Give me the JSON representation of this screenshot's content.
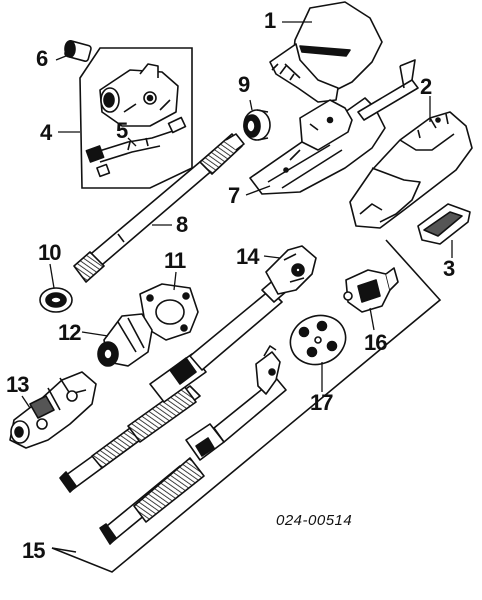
{
  "diagram": {
    "parts": [
      {
        "id": "p1",
        "number": "1"
      },
      {
        "id": "p2",
        "number": "2"
      },
      {
        "id": "p3",
        "number": "3"
      },
      {
        "id": "p4",
        "number": "4"
      },
      {
        "id": "p5",
        "number": "5"
      },
      {
        "id": "p6",
        "number": "6"
      },
      {
        "id": "p7",
        "number": "7"
      },
      {
        "id": "p8",
        "number": "8"
      },
      {
        "id": "p9",
        "number": "9"
      },
      {
        "id": "p10",
        "number": "10"
      },
      {
        "id": "p11",
        "number": "11"
      },
      {
        "id": "p12",
        "number": "12"
      },
      {
        "id": "p13",
        "number": "13"
      },
      {
        "id": "p14",
        "number": "14"
      },
      {
        "id": "p15",
        "number": "15"
      },
      {
        "id": "p16",
        "number": "16"
      },
      {
        "id": "p17",
        "number": "17"
      }
    ],
    "reference_code": "024-00514"
  },
  "colors": {
    "ink": "#111111",
    "shade": "#555555",
    "paper": "#ffffff"
  }
}
